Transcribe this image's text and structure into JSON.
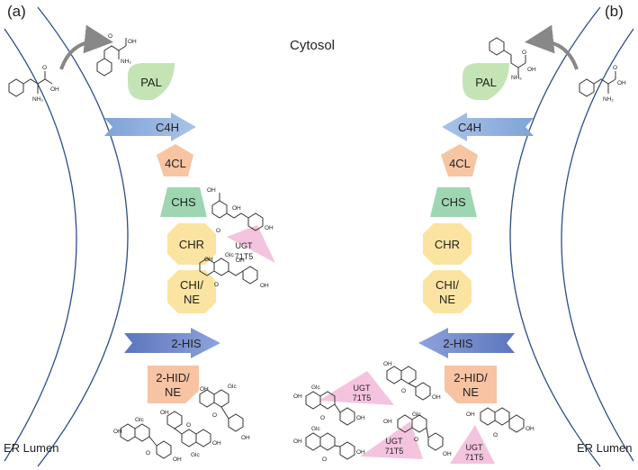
{
  "panels": {
    "a": {
      "label": "(a)"
    },
    "b": {
      "label": "(b)"
    }
  },
  "regions": {
    "cytosol": "Cytosol",
    "er_lumen_left": "ER Lumen",
    "er_lumen_right": "ER Lumen"
  },
  "enzymes": {
    "pal": "PAL",
    "c4h": "C4H",
    "fourcl": "4CL",
    "chs": "CHS",
    "chr": "CHR",
    "chi_line1": "CHI/",
    "chi_line2": "NE",
    "his": "2-HIS",
    "hid_line1": "2-HID/",
    "hid_line2": "NE",
    "ugt_line1": "UGT",
    "ugt_line2": "71T5"
  },
  "chem_labels": {
    "oh": "OH",
    "nh2": "NH₂",
    "o": "O",
    "glc": "Glc"
  },
  "colors": {
    "pal": "#c5e4b6",
    "c4h_arrow": "#8fb0dc",
    "fourcl": "#f7c5a2",
    "chs": "#9ed6b1",
    "chr": "#fbe4a1",
    "ugt": "#f4c3de",
    "hid": "#f7c3a3",
    "his_arrow": "#6f87c7",
    "membrane": "#2f4f8a"
  }
}
